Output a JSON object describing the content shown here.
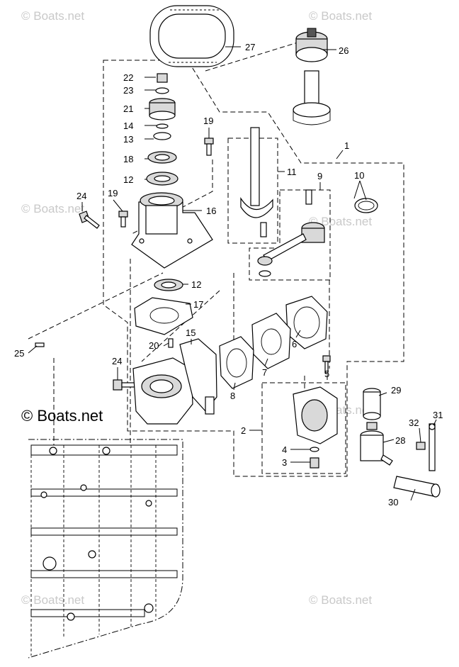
{
  "watermarks": [
    {
      "text": "© Boats.net",
      "tone": "light"
    },
    {
      "text": "© Boats.net",
      "tone": "light"
    },
    {
      "text": "© Boats.net",
      "tone": "light"
    },
    {
      "text": "© Boats.net",
      "tone": "light"
    },
    {
      "text": "© Boats.net",
      "tone": "dark"
    },
    {
      "text": "© Boats.net",
      "tone": "light"
    },
    {
      "text": "© Boats.net",
      "tone": "light"
    },
    {
      "text": "© Boats.net",
      "tone": "light"
    }
  ],
  "callouts": {
    "c1": "1",
    "c2": "2",
    "c3": "3",
    "c4": "4",
    "c5": "5",
    "c6": "6",
    "c7": "7",
    "c8": "8",
    "c9": "9",
    "c10": "10",
    "c11": "11",
    "c12a": "12",
    "c12b": "12",
    "c13": "13",
    "c14": "14",
    "c15": "15",
    "c16": "16",
    "c17": "17",
    "c18": "18",
    "c19a": "19",
    "c19b": "19",
    "c20": "20",
    "c21": "21",
    "c22": "22",
    "c23": "23",
    "c24a": "24",
    "c24b": "24",
    "c25": "25",
    "c26": "26",
    "c27": "27",
    "c28": "28",
    "c29": "29",
    "c30": "30",
    "c31": "31",
    "c32": "32"
  },
  "colors": {
    "ink": "#000000",
    "watermark": "#c9c9c9",
    "part_fill": "#d9d9d9"
  }
}
